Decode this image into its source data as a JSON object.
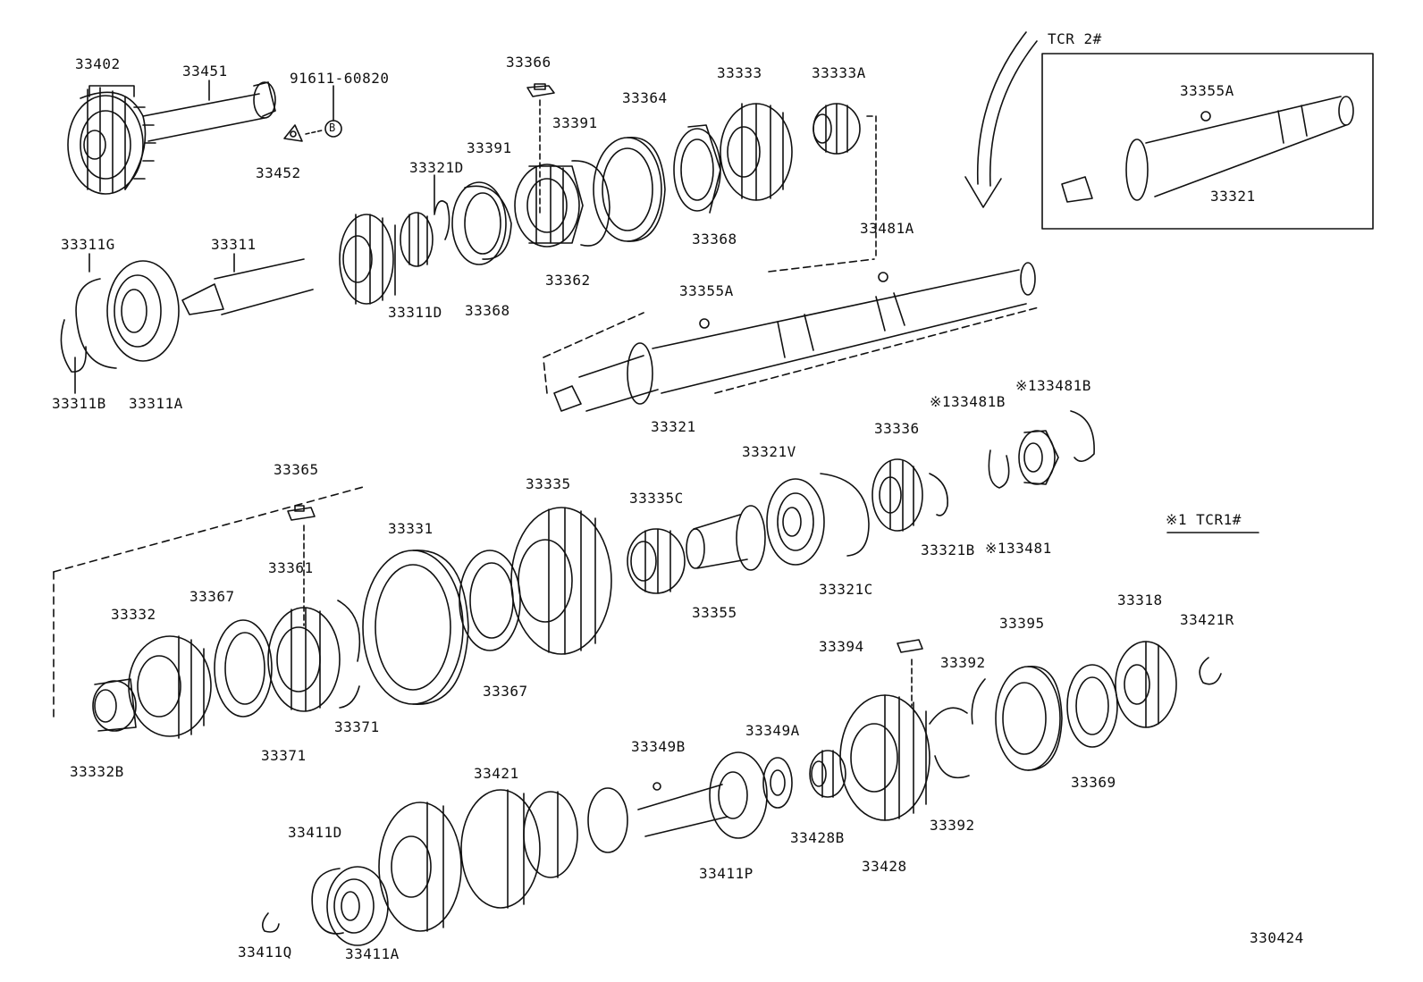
{
  "parts": {
    "p33402": "33402",
    "p33451": "33451",
    "p91611": "91611-60820",
    "bmark": "B",
    "p33452": "33452",
    "p33366": "33366",
    "p33364": "33364",
    "p33333": "33333",
    "p33333A": "33333A",
    "p33391a": "33391",
    "p33391b": "33391",
    "p33321D": "33321D",
    "p33368a": "33368",
    "p33368b": "33368",
    "p33362": "33362",
    "p33311D": "33311D",
    "p33311G": "33311G",
    "p33311": "33311",
    "p33311B": "33311B",
    "p33311A": "33311A",
    "p33481A": "33481A",
    "p33355Aa": "33355A",
    "p33321a": "33321",
    "p33365": "33365",
    "p33335": "33335",
    "p33321V": "33321V",
    "p33336": "33336",
    "p133481Ba": "※133481B",
    "p133481Bb": "※133481B",
    "p33335C": "33335C",
    "p33355": "33355",
    "p33321C": "33321C",
    "p33321B": "33321B",
    "p133481": "※133481",
    "p33331": "33331",
    "p33361": "33361",
    "p33332": "33332",
    "p33367a": "33367",
    "p33367b": "33367",
    "p33371a": "33371",
    "p33371b": "33371",
    "p33332B": "33332B",
    "p33318": "33318",
    "p33421R": "33421R",
    "p33395": "33395",
    "p33394": "33394",
    "p33392a": "33392",
    "p33392b": "33392",
    "p33369": "33369",
    "p33349A": "33349A",
    "p33349B": "33349B",
    "p33421": "33421",
    "p33428B": "33428B",
    "p33428": "33428",
    "p33411D": "33411D",
    "p33411P": "33411P",
    "p33411Q": "33411Q",
    "p33411A": "33411A"
  },
  "inset": {
    "title": "TCR 2#",
    "p33355A": "33355A",
    "p33321": "33321"
  },
  "legend": "※1 TCR1#",
  "diagram_id": "330424"
}
